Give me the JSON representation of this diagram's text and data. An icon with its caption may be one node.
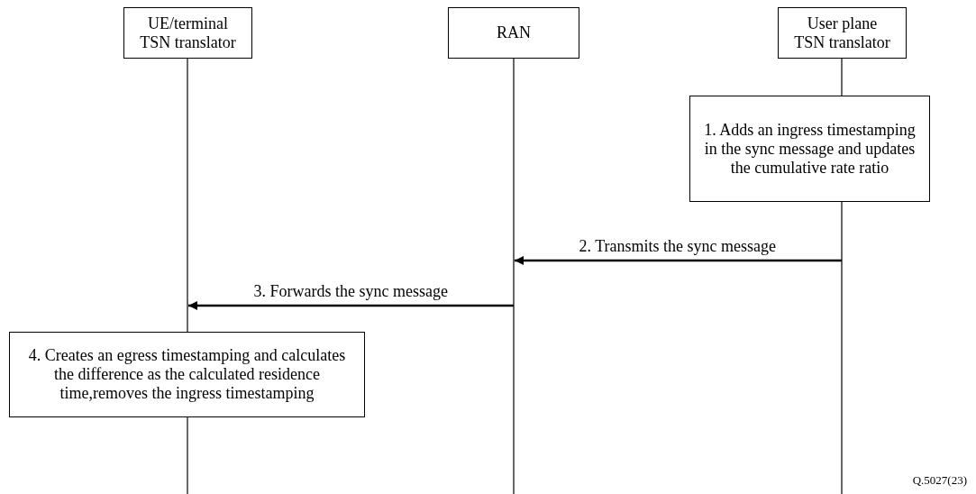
{
  "diagram": {
    "nodes": [
      {
        "text": [
          "UE/terminal TSN translator"
        ]
      },
      {
        "text": [
          "RAN"
        ]
      },
      {
        "text": [
          "User plane TSN translator"
        ]
      },
      {
        "text": [
          "1. Adds an ingress timestamping in the sync message and updates the cumulative rate ratio"
        ]
      },
      {
        "text": [
          "4. Creates an egress timestamping and calculates the difference as the calculated residence time,removes the ingress timestamping"
        ]
      }
    ],
    "edges": [
      {
        "from": 2,
        "to": 1,
        "arrow": "to",
        "label": "2. Transmits the sync message"
      },
      {
        "from": 1,
        "to": 0,
        "arrow": "to",
        "label": "3. Forwards the sync message"
      }
    ],
    "labels": [
      "Q.5027(23)"
    ]
  }
}
